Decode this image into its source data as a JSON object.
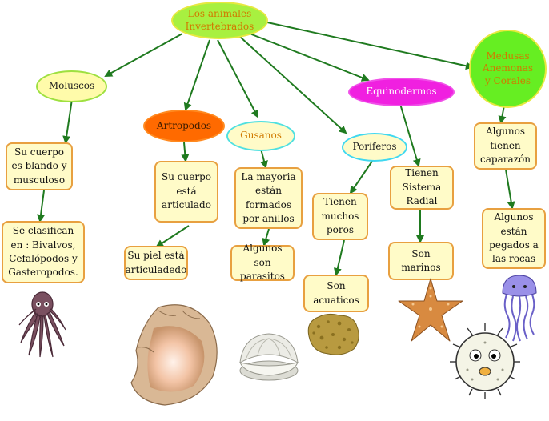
{
  "root": "Los animales Invertebrados",
  "categories": {
    "moluscos": "Moluscos",
    "artropodos": "Artropodos",
    "gusanos": "Gusanos",
    "poriferos": "Poríferos",
    "equinodermos": "Equinodermos",
    "medusas": "Medusas Anemonas y Corales"
  },
  "notes": {
    "moluscos_1": "Su cuerpo es blando y musculoso",
    "moluscos_2": "Se clasifican en : Bivalvos, Cefalópodos y Gasteropodos.",
    "artropodos_1": "Su cuerpo está articulado",
    "artropodos_2": "Su piel está articuladedo",
    "gusanos_1": "La mayoria están formados por anillos",
    "gusanos_2": "Algunos son parasitos",
    "poriferos_1": "Tienen muchos poros",
    "poriferos_2": "Son acuaticos",
    "equinodermos_1": "Tienen Sistema Radial",
    "equinodermos_2": "Son marinos",
    "medusas_1": "Algunos tienen caparazón",
    "medusas_2": "Algunos están pegados a las rocas"
  },
  "colors": {
    "root_fill": "#a8f040",
    "moluscos_fill": "#fffbaa",
    "artropodos_fill": "#ff6a00",
    "gusanos_fill": "#fffbc8",
    "poriferos_fill": "#fffbc8",
    "equinodermos_fill": "#f020e0",
    "medusas_fill": "#66ee22",
    "arrow": "#1f7a1f",
    "box_border": "#e8a040",
    "box_fill": "#fffbc8",
    "category_text": "#d07a00"
  },
  "illustrations": [
    "octopus-icon",
    "conch-shell-icon",
    "clam-shell-icon",
    "sponge-icon",
    "starfish-icon",
    "pufferfish-icon",
    "jellyfish-icon"
  ]
}
